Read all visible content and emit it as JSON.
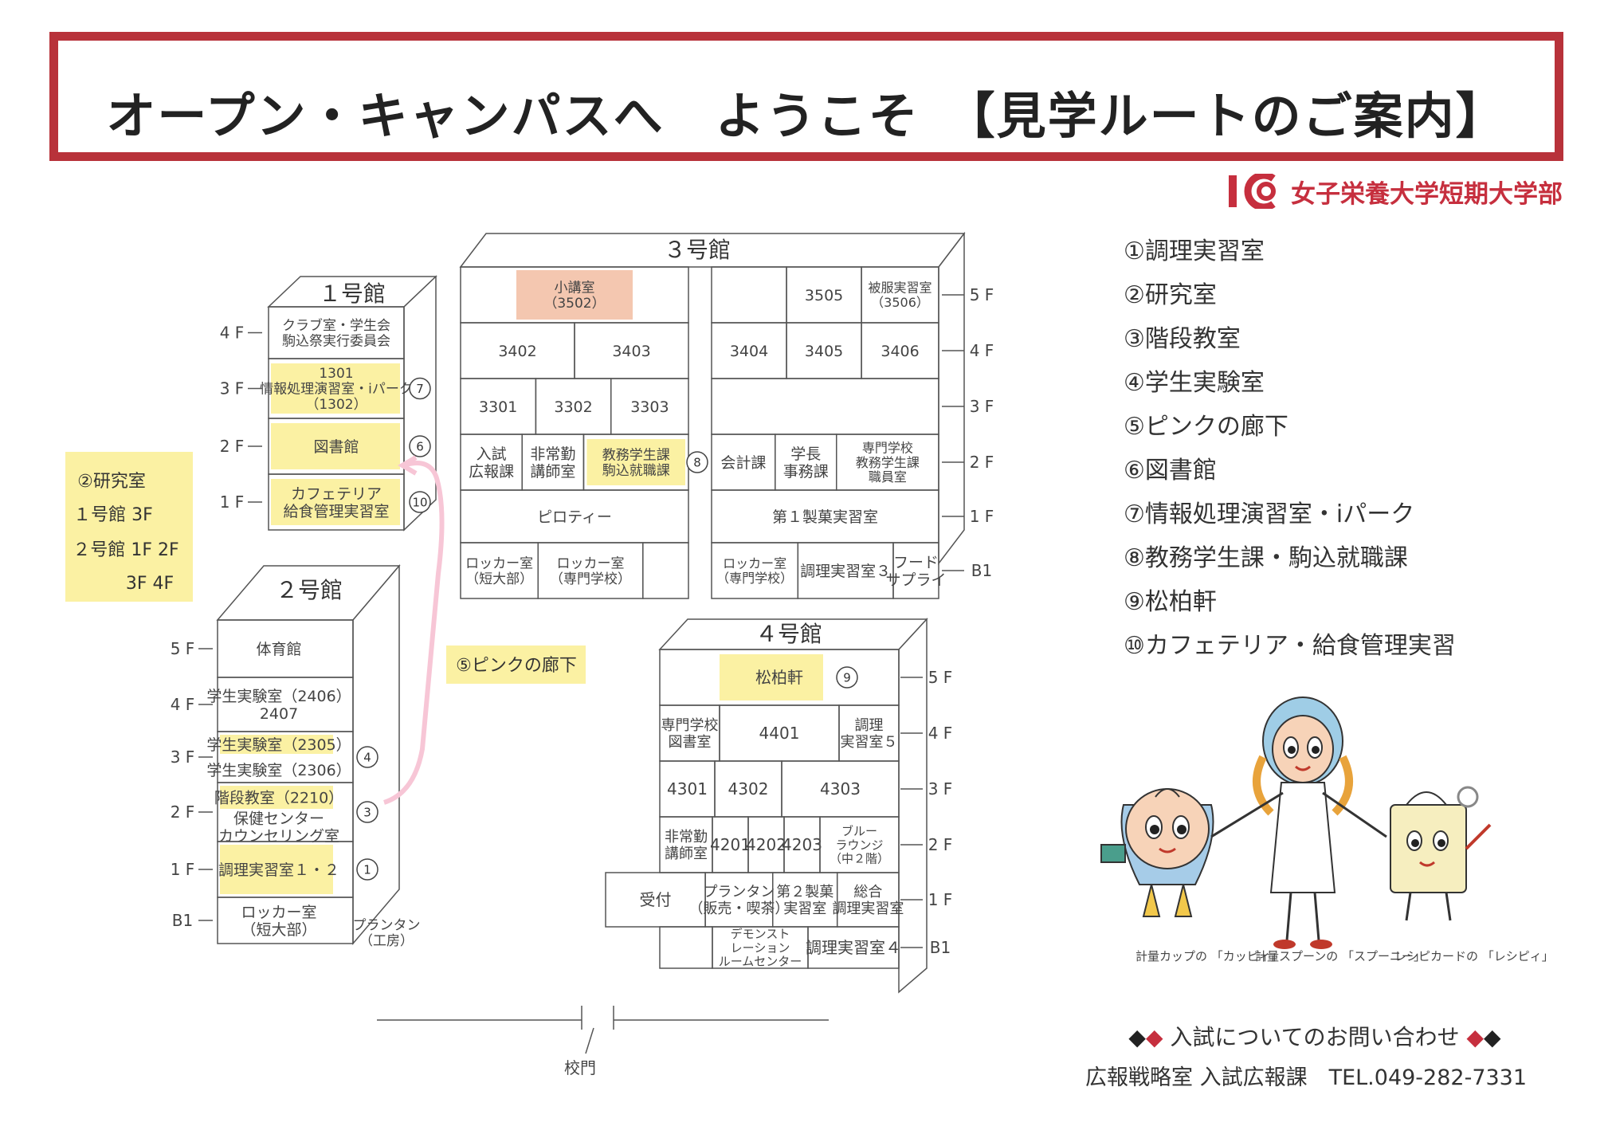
{
  "header": {
    "title": "オープン・キャンパスへ　ようこそ　【見学ルートのご案内】",
    "accent_color": "#b8323a"
  },
  "logo": {
    "text": "女子栄養大学短期大学部",
    "color": "#c62f3e"
  },
  "colors": {
    "highlight": "#fbf1a3",
    "pink_route": "#f7c6d6",
    "salmon": "#f4c7b0",
    "line": "#555555"
  },
  "buildings": {
    "b1": {
      "name": "１号館",
      "floors": [
        {
          "floor": "4F",
          "rooms": [
            {
              "label": "クラブ室・学生会\n駒込祭実行委員会"
            }
          ]
        },
        {
          "floor": "3F",
          "rooms": [
            {
              "label": "1301\n情報処理演習室・iパーク\n（1302）",
              "highlight": true
            }
          ],
          "marker": "⑦"
        },
        {
          "floor": "2F",
          "rooms": [
            {
              "label": "図書館",
              "highlight": true
            }
          ],
          "marker": "⑥"
        },
        {
          "floor": "1F",
          "rooms": [
            {
              "label": "カフェテリア\n給食管理実習室",
              "highlight": true
            }
          ],
          "marker": "⑩"
        }
      ]
    },
    "b2": {
      "name": "２号館",
      "floors": [
        {
          "floor": "5F",
          "rooms": [
            {
              "label": "体育館"
            }
          ]
        },
        {
          "floor": "4F",
          "rooms": [
            {
              "label": "学生実験室（2406）\n2407"
            }
          ]
        },
        {
          "floor": "3F",
          "rooms": [
            {
              "label": "学生実験室（2305）",
              "highlight": true
            },
            {
              "label": "学生実験室（2306）"
            }
          ],
          "marker": "④"
        },
        {
          "floor": "2F",
          "rooms": [
            {
              "label": "階段教室（2210）",
              "highlight": true
            },
            {
              "label": "保健センター\nカウンセリング室"
            }
          ],
          "marker": "③"
        },
        {
          "floor": "1F",
          "rooms": [
            {
              "label": "調理実習室１・２",
              "highlight": true
            }
          ],
          "marker": "①"
        },
        {
          "floor": "B1",
          "rooms": [
            {
              "label": "ロッカー室\n（短大部）"
            }
          ]
        }
      ],
      "side_label": "プランタン\n（工房）"
    },
    "b3": {
      "name": "３号館",
      "floors": [
        {
          "floor": "5F",
          "left": [
            {
              "label": "小講室\n（3502）",
              "salmon": true
            }
          ],
          "right": [
            {
              "label": ""
            },
            {
              "label": "3505"
            },
            {
              "label": "被服実習室\n（3506）"
            }
          ]
        },
        {
          "floor": "4F",
          "left": [
            {
              "label": "3402"
            },
            {
              "label": "3403"
            }
          ],
          "right": [
            {
              "label": "3404"
            },
            {
              "label": "3405"
            },
            {
              "label": "3406"
            }
          ]
        },
        {
          "floor": "3F",
          "left": [
            {
              "label": "3301"
            },
            {
              "label": "3302"
            },
            {
              "label": "3303"
            }
          ],
          "right": [
            {
              "label": ""
            }
          ]
        },
        {
          "floor": "2F",
          "left": [
            {
              "label": "入試\n広報課"
            },
            {
              "label": "非常勤\n講師室"
            },
            {
              "label": "教務学生課\n駒込就職課",
              "highlight": true
            }
          ],
          "marker": "⑧",
          "right": [
            {
              "label": "会計課"
            },
            {
              "label": "学長\n事務課"
            },
            {
              "label": "専門学校\n教務学生課\n職員室"
            }
          ]
        },
        {
          "floor": "1F",
          "left": [
            {
              "label": "ピロティー"
            }
          ],
          "right": [
            {
              "label": "第１製菓実習室"
            }
          ]
        },
        {
          "floor": "B1",
          "left": [
            {
              "label": "ロッカー室\n（短大部）"
            },
            {
              "label": "ロッカー室\n（専門学校）"
            },
            {
              "label": ""
            }
          ],
          "right": [
            {
              "label": "ロッカー室\n（専門学校）"
            },
            {
              "label": "調理実習室３"
            },
            {
              "label": "フード\nサプライ"
            }
          ]
        }
      ]
    },
    "b4": {
      "name": "４号館",
      "floors": [
        {
          "floor": "5F",
          "rooms": [
            {
              "label": "松柏軒",
              "highlight": true
            }
          ],
          "marker": "⑨"
        },
        {
          "floor": "4F",
          "rooms": [
            {
              "label": "専門学校\n図書室"
            },
            {
              "label": "4401"
            },
            {
              "label": "調理\n実習室５"
            }
          ]
        },
        {
          "floor": "3F",
          "rooms": [
            {
              "label": "4301"
            },
            {
              "label": "4302"
            },
            {
              "label": "4303"
            }
          ]
        },
        {
          "floor": "2F",
          "rooms": [
            {
              "label": "非常勤\n講師室"
            },
            {
              "label": "4201"
            },
            {
              "label": "4202"
            },
            {
              "label": "4203"
            },
            {
              "label": "ブルー\nラウンジ\n（中２階）"
            }
          ]
        },
        {
          "floor": "1F",
          "rooms": [
            {
              "label": "受付"
            },
            {
              "label": "プランタン\n（販売・喫茶）"
            },
            {
              "label": "第２製菓\n実習室"
            },
            {
              "label": "総合\n調理実習室"
            }
          ]
        },
        {
          "floor": "B1",
          "rooms": [
            {
              "label": ""
            },
            {
              "label": "デモンスト\nレーション\nルームセンター"
            },
            {
              "label": "調理実習室４"
            }
          ]
        }
      ]
    }
  },
  "notes": {
    "research_room": [
      "②研究室",
      "１号館 3F",
      "２号館 1F 2F",
      "3F 4F"
    ],
    "pink_corridor": "⑤ピンクの廊下"
  },
  "gate_label": "校門",
  "legend": [
    "①調理実習室",
    "②研究室",
    "③階段教室",
    "④学生実験室",
    "⑤ピンクの廊下",
    "⑥図書館",
    "⑦情報処理演習室・iパーク",
    "⑧教務学生課・駒込就職課",
    "⑨松柏軒",
    "⑩カフェテリア・給食管理実習"
  ],
  "mascots": [
    {
      "caption": "計量カップの\n「カッピィ」"
    },
    {
      "caption": "計量スプーンの\n「スプーニー」"
    },
    {
      "caption": "レシピカードの\n「レシピィ」"
    }
  ],
  "contact": {
    "heading": "入試についてのお問い合わせ",
    "line": "広報戦略室 入試広報課　TEL.049-282-7331"
  }
}
